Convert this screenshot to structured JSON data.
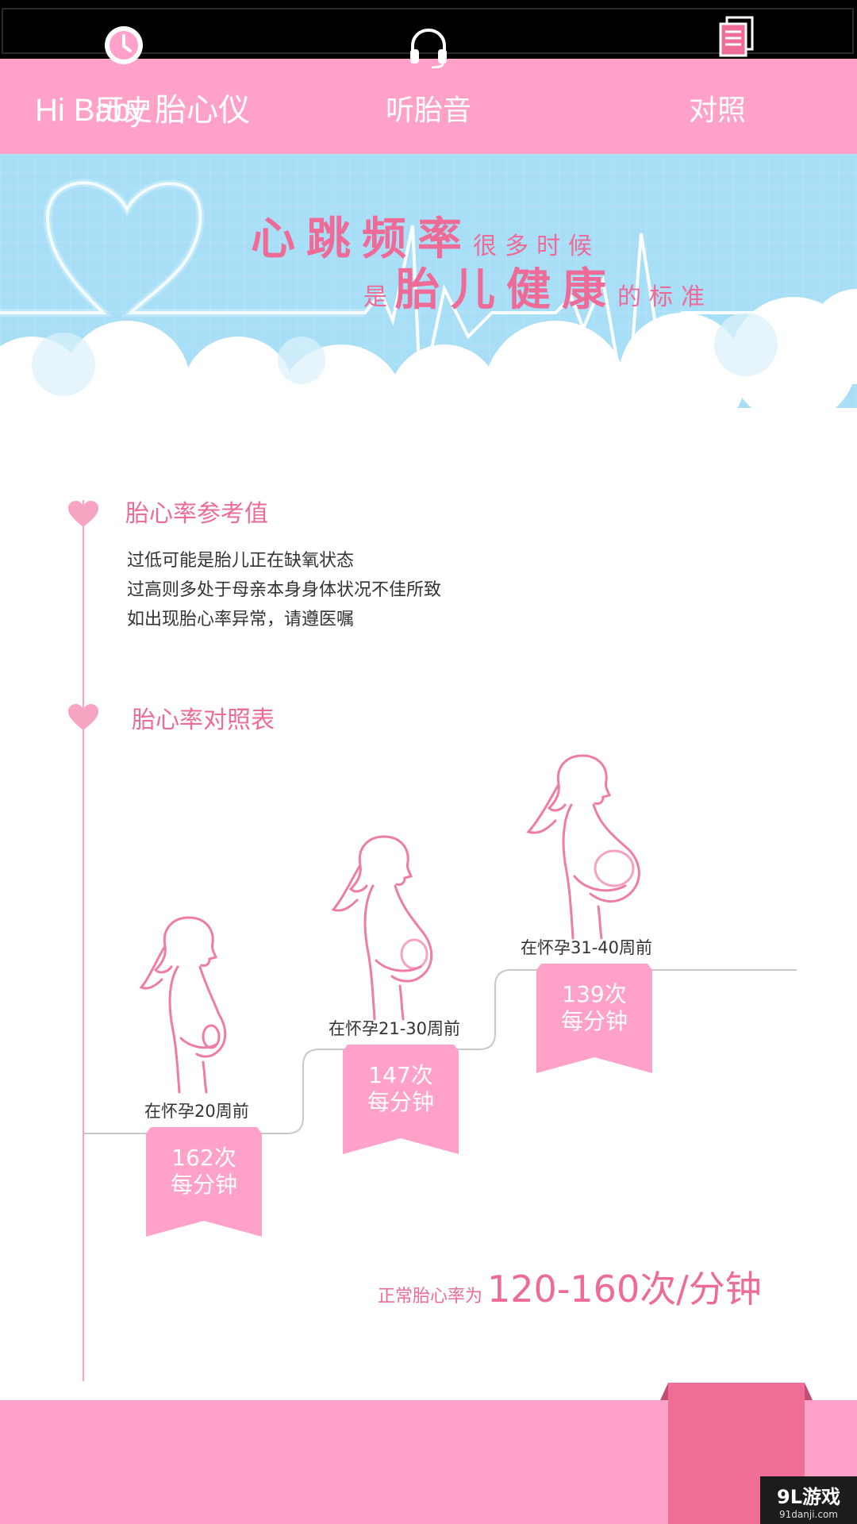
{
  "app": {
    "title": "Hi Baby 胎心仪"
  },
  "banner": {
    "line1_big": "心跳频率",
    "line1_small": "很多时候",
    "line2_small_pre": "是",
    "line2_big": "胎儿健康",
    "line2_small_post": "的标准"
  },
  "reference": {
    "title": "胎心率参考值",
    "lines": [
      "过低可能是胎儿正在缺氧状态",
      "过高则多处于母亲本身身体状况不佳所致",
      "如出现胎心率异常，请遵医嘱"
    ]
  },
  "comparison": {
    "title": "胎心率对照表",
    "stages": [
      {
        "label": "在怀孕20周前",
        "rate": "162次",
        "unit": "每分钟"
      },
      {
        "label": "在怀孕21-30周前",
        "rate": "147次",
        "unit": "每分钟"
      },
      {
        "label": "在怀孕31-40周前",
        "rate": "139次",
        "unit": "每分钟"
      }
    ],
    "normal_label": "正常胎心率为",
    "normal_value": "120-160次/分钟"
  },
  "nav": {
    "items": [
      {
        "label": "历史",
        "icon": "clock-icon"
      },
      {
        "label": "听胎音",
        "icon": "headphones-icon"
      },
      {
        "label": "对照",
        "icon": "document-icon",
        "active": true
      }
    ]
  },
  "watermark": {
    "main": "9L游戏",
    "sub": "91danji.com"
  },
  "colors": {
    "brand_pink": "#ffa1c8",
    "text_pink": "#ee6b98",
    "active_tab": "#ee6e96"
  }
}
